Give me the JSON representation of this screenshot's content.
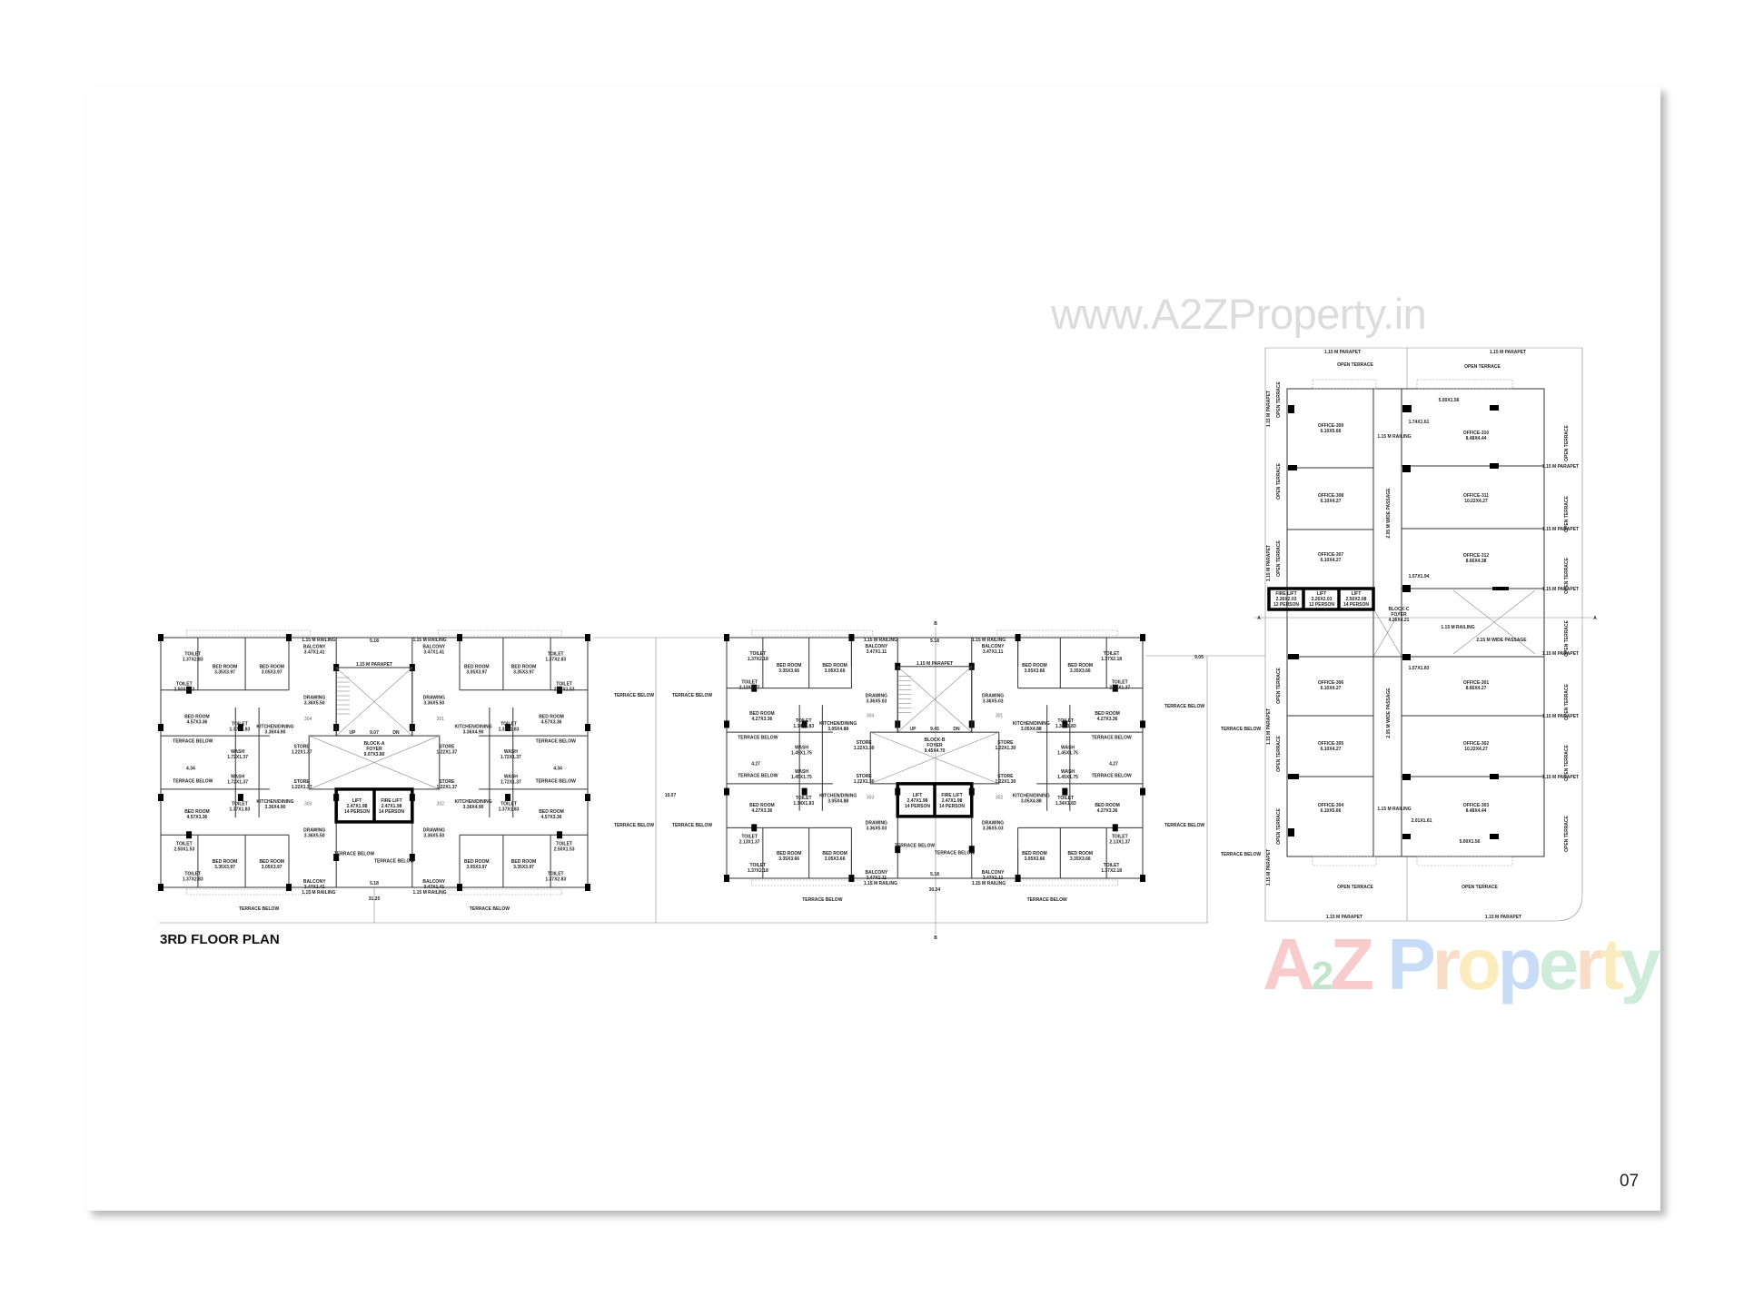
{
  "page": {
    "title": "3RD FLOOR PLAN",
    "page_number": "07"
  },
  "watermarks": {
    "url": "www.A2ZProperty.in",
    "logo_letters": [
      "A",
      "2",
      "Z",
      " ",
      "P",
      "r",
      "o",
      "p",
      "e",
      "r",
      "t",
      "y"
    ],
    "logo_colors": [
      "#f3a3a3",
      "#8fd1a2",
      "#f3a3a3",
      "#ffffff",
      "#9cc0f2",
      "#f7c39c",
      "#f8de8a",
      "#9cc0f2",
      "#a9dcbb",
      "#f7c39c",
      "#f8de8a",
      "#a9dcbb"
    ]
  },
  "block_a": {
    "name": "BLOCK-A",
    "foyer_label": "FOYER",
    "foyer_dims": "9.07X3.80",
    "units": [
      "304",
      "301",
      "303",
      "302"
    ],
    "unit_rooms": [
      [
        "BALCONY",
        "3.47X1.41"
      ],
      [
        "TOILET",
        "1.37X2.83"
      ],
      [
        "BED ROOM",
        "3.35X3.97"
      ],
      [
        "BED ROOM",
        "3.05X3.97"
      ],
      [
        "TOILET",
        "2.50X1.53"
      ],
      [
        "DRAWING",
        "3.36X5.50"
      ],
      [
        "BED ROOM",
        "4.57X3.36"
      ],
      [
        "TOILET",
        "1.37X1.83"
      ],
      [
        "KITCHEN/DINING",
        "3.36X4.90"
      ],
      [
        "WASH",
        "1.72X1.37"
      ],
      [
        "STORE",
        "1.22X1.37"
      ]
    ],
    "railing": "1.15 M RAILING",
    "parapet": "1.15 M PARAPET",
    "lift": [
      "LIFT",
      "2.47X1.98",
      "14 PERSON"
    ],
    "fire_lift": [
      "FIRE LIFT",
      "2.47X1.98",
      "14 PERSON"
    ],
    "stair": {
      "up": "UP",
      "down": "DN"
    },
    "dims": {
      "top": "5.18",
      "foyer": "9.07",
      "bottom": "5.18",
      "overall": "31.25",
      "terrace": "4.34"
    },
    "terrace_below": "TERRACE BELOW"
  },
  "block_b": {
    "name": "BLOCK-B",
    "foyer_label": "FOYER",
    "foyer_dims": "9.45X4.70",
    "units": [
      "304",
      "301",
      "303",
      "302"
    ],
    "unit_rooms": [
      [
        "BALCONY",
        "3.47X1.11"
      ],
      [
        "TOILET",
        "1.37X2.18"
      ],
      [
        "BED ROOM",
        "3.35X3.66"
      ],
      [
        "BED ROOM",
        "3.05X3.66"
      ],
      [
        "TOILET",
        "2.13X1.37"
      ],
      [
        "DRAWING",
        "3.36X5.03"
      ],
      [
        "BED ROOM",
        "4.27X3.36"
      ],
      [
        "TOILET",
        "1.34X1.83"
      ],
      [
        "KITCHEN/DINING",
        "3.05X4.88"
      ],
      [
        "WASH",
        "1.45X1.75"
      ],
      [
        "STORE",
        "1.22X1.30"
      ]
    ],
    "railing": "1.15 M RAILING",
    "parapet": "1.15 M PARAPET",
    "lift": [
      "LIFT",
      "2.47X1.98",
      "14 PERSON"
    ],
    "fire_lift": [
      "FIRE LIFT",
      "2.47X1.98",
      "14 PERSON"
    ],
    "stair": {
      "up": "UP",
      "down": "DN"
    },
    "dims": {
      "top": "5.18",
      "foyer": "9.45",
      "bottom": "5.18",
      "overall": "30.34",
      "terrace": "4.27"
    },
    "terrace_below": "TERRACE BELOW",
    "section_marker": "B"
  },
  "between": {
    "terrace_below": "TERRACE BELOW",
    "gap_ab": "10.07",
    "gap_bc": "9.05"
  },
  "block_c": {
    "name": "BLOCK-C",
    "foyer_label": "FOYER",
    "foyer_dims": "4.26X4.21",
    "offices_left": [
      [
        "OFFICE-309",
        "6.10X5.66"
      ],
      [
        "OFFICE-308",
        "6.10X4.27"
      ],
      [
        "OFFICE-307",
        "6.10X4.27"
      ],
      [
        "OFFICE-306",
        "6.10X4.27"
      ],
      [
        "OFFICE-305",
        "6.10X4.27"
      ],
      [
        "OFFICE-304",
        "6.10X5.66"
      ]
    ],
    "offices_right": [
      [
        "OFFICE-310",
        "8.48X4.44"
      ],
      [
        "OFFICE-311",
        "10.22X4.27"
      ],
      [
        "OFFICE-312",
        "8.66X4.38"
      ],
      [
        "OFFICE-301",
        "8.66X4.27"
      ],
      [
        "OFFICE-302",
        "10.22X4.27"
      ],
      [
        "OFFICE-303",
        "8.48X4.44"
      ]
    ],
    "lifts": [
      [
        "FIRE LIFT",
        "2.26X2.03",
        "12 PERSON"
      ],
      [
        "LIFT",
        "2.26X2.03",
        "12 PERSON"
      ],
      [
        "LIFT",
        "2.50X2.08",
        "14 PERSON"
      ]
    ],
    "passage": "2.05 M WIDE PASSAGE",
    "passage_h": "2.15 M WIDE PASSAGE",
    "open_terrace": "OPEN TERRACE",
    "parapet": "1.15 M PARAPET",
    "railing": "1.15 M RAILING",
    "misc": [
      "5.00X1.56",
      "1.74X1.61",
      "1.57X1.94",
      "1.57X1.83",
      "2.01X1.61",
      "5.00X1.56"
    ],
    "section_marker": "A"
  }
}
